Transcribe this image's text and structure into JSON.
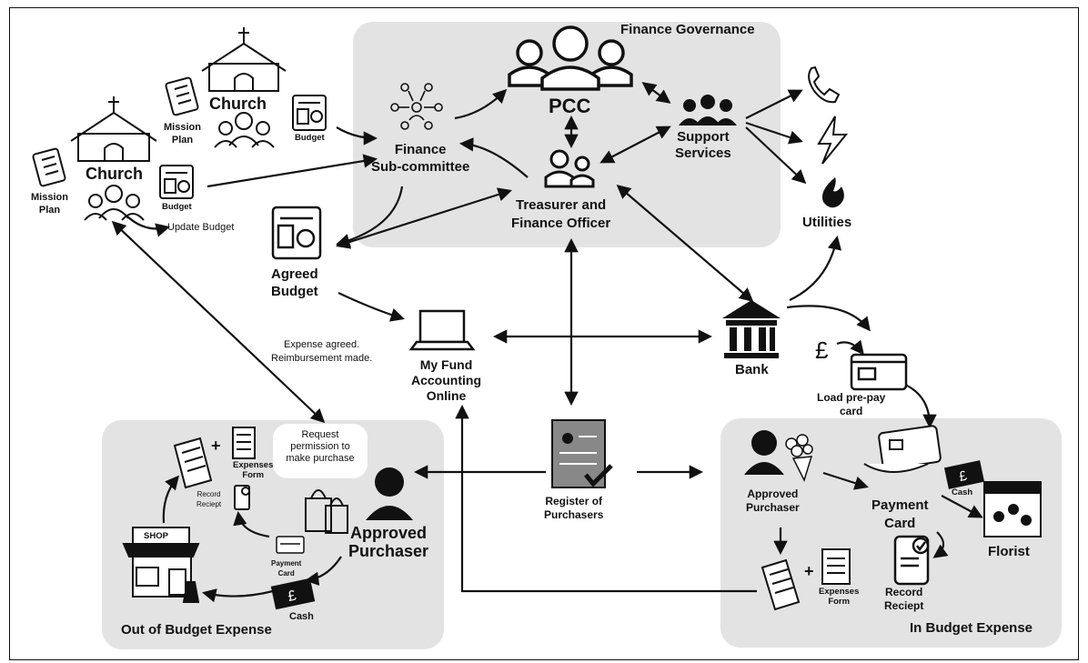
{
  "groups": {
    "finance_governance": "Finance Governance",
    "out_of_budget": "Out of Budget Expense",
    "in_budget": "In Budget Expense"
  },
  "nodes": {
    "church_top": "Church",
    "church_left": "Church",
    "mission_plan_top": [
      "Mission",
      "Plan"
    ],
    "mission_plan_left": [
      "Mission",
      "Plan"
    ],
    "budget_top": "Budget",
    "budget_left": "Budget",
    "update_budget": "Update Budget",
    "finance_subcommittee": [
      "Finance",
      "Sub-committee"
    ],
    "pcc": "PCC",
    "treasurer": [
      "Treasurer and",
      "Finance Officer"
    ],
    "support_services": [
      "Support",
      "Services"
    ],
    "utilities": "Utilities",
    "agreed_budget": [
      "Agreed",
      "Budget"
    ],
    "accounting": [
      "My Fund",
      "Accounting",
      "Online"
    ],
    "bank": "Bank",
    "load_card": [
      "Load pre-pay",
      "card"
    ],
    "register": [
      "Register of",
      "Purchasers"
    ],
    "expense_agreed": [
      "Expense agreed.",
      "Reimbursement made."
    ],
    "request_permission": [
      "Request",
      "permission to",
      "make purchase"
    ],
    "approved_purchaser_out": [
      "Approved",
      "Purchaser"
    ],
    "expenses_form_out": [
      "Expenses",
      "Form"
    ],
    "record_receipt_out": [
      "Record",
      "Reciept"
    ],
    "payment_card_out": [
      "Payment",
      "Card"
    ],
    "cash_out": "Cash",
    "shop_sign": "SHOP",
    "approved_purchaser_in": [
      "Approved",
      "Purchaser"
    ],
    "payment_card_in": [
      "Payment",
      "Card"
    ],
    "cash_in": "Cash",
    "florist": "Florist",
    "record_receipt_in": [
      "Record",
      "Reciept"
    ],
    "expenses_form_in": [
      "Expenses",
      "Form"
    ],
    "pound": "£",
    "plus": "+"
  },
  "colors": {
    "panel": "#e3e3e3",
    "ink": "#111111"
  }
}
